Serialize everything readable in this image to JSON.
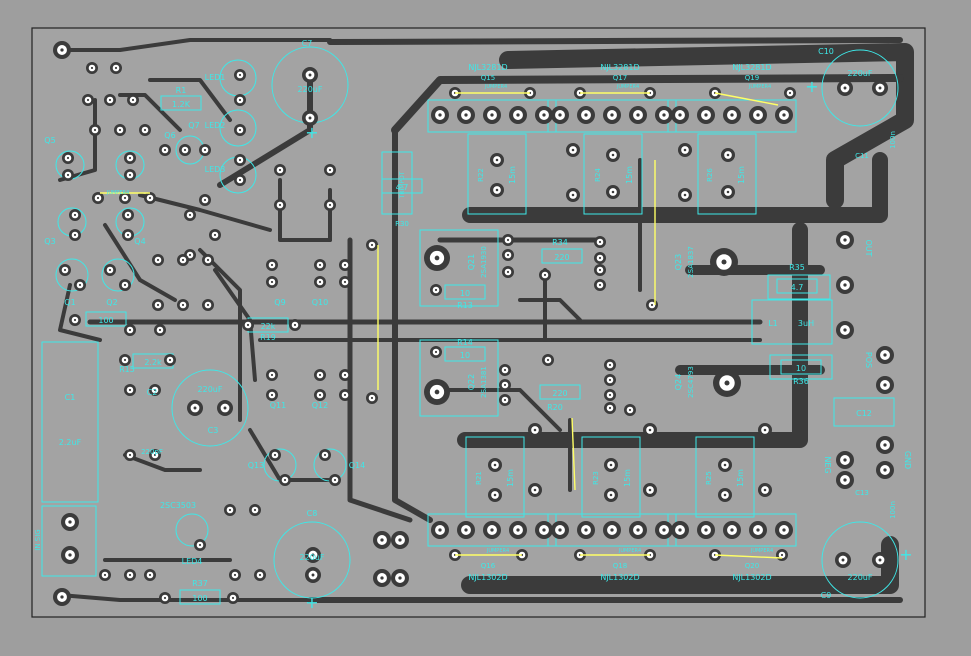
{
  "colors": {
    "background": "#9e9e9e",
    "board": "#a3a3a3",
    "trace": "#3b3b3b",
    "silk": "#3ee8e8",
    "pad": "#ffffff",
    "jumper": "#ffff66",
    "outline": "#222222"
  },
  "transistors_top": [
    {
      "part": "NJL3281D",
      "ref": "Q15",
      "jumper": "JUMPER4"
    },
    {
      "part": "NJL3281D",
      "ref": "Q17",
      "jumper": "JUMPER4"
    },
    {
      "part": "NJL3281D",
      "ref": "Q19",
      "jumper": "JUMPER4"
    }
  ],
  "transistors_bottom": [
    {
      "part": "NJL1302D",
      "ref": "Q16",
      "jumper": "JUMPER4"
    },
    {
      "part": "NJL1302D",
      "ref": "Q18",
      "jumper": "JUMPER4"
    },
    {
      "part": "NJL1302D",
      "ref": "Q20",
      "jumper": "JUMPER4"
    }
  ],
  "caps": {
    "c7": {
      "ref": "C7",
      "value": "220uF"
    },
    "c10": {
      "ref": "C10",
      "value": "220uF"
    },
    "c9": {
      "ref": "C9",
      "value": "220uF"
    },
    "c8": {
      "ref": "C8",
      "value": "220uF"
    },
    "c3": {
      "ref": "C3",
      "value": "220uF"
    },
    "c1": {
      "ref": "C1",
      "value": "2.2uF"
    },
    "c2": {
      "ref": "C2",
      "value": "220pF"
    },
    "c11": {
      "ref": "C11",
      "value": "100n"
    },
    "c13": {
      "ref": "C13",
      "value": "100n"
    }
  },
  "resistors": [
    {
      "ref": "R1",
      "value": "1.2K"
    },
    {
      "ref": "R15",
      "value": "2.2k"
    },
    {
      "ref": "R19",
      "value": "22k"
    },
    {
      "ref": "R37",
      "value": "100"
    },
    {
      "ref": "R13",
      "value": "10"
    },
    {
      "ref": "R14",
      "value": "10"
    },
    {
      "ref": "R34",
      "value": "220"
    },
    {
      "ref": "R20",
      "value": "220"
    },
    {
      "ref": "R35",
      "value": "4.7"
    },
    {
      "ref": "R36",
      "value": "10"
    },
    {
      "ref": "R4",
      "value": "100"
    },
    {
      "ref": "R30",
      "value": "4.7"
    }
  ],
  "emitter_resistors": {
    "value": "15m",
    "refs_top": [
      "R22",
      "R24",
      "R26"
    ],
    "refs_bottom": [
      "R21",
      "R23",
      "R25"
    ]
  },
  "drivers": {
    "q21": {
      "ref": "Q21",
      "part": "2SA1930"
    },
    "q23": {
      "ref": "Q23",
      "part": "2SA1837"
    },
    "q22": {
      "ref": "Q22",
      "part": "2SA1381"
    },
    "q24": {
      "ref": "Q24",
      "part": "2SC4793"
    }
  },
  "small": {
    "q13": "Q13",
    "q14": "Q14",
    "q5": "Q5",
    "q3": "Q3",
    "q4": "Q4",
    "q1": "Q1",
    "q2": "Q2",
    "q9": "Q9",
    "q10": "Q10",
    "q11": "Q11",
    "q12": "Q12",
    "q6": "Q6",
    "q7": "Q7",
    "q8": "Q8",
    "led1": "LED1",
    "led2": "LED2",
    "led3": "LED3",
    "led4": "LED4",
    "l1": "L1",
    "l1_value": "3uH",
    "q8_part": "2SC3503"
  },
  "connectors": {
    "out": "OUT",
    "pos": "POS",
    "gnd": "GND",
    "neg": "NEG",
    "in": "IN SIG",
    "ce1": "C12",
    "c12": "C12"
  },
  "misc": {
    "jumper": "JUMPER4",
    "trimpot": "TRIMPOT"
  }
}
